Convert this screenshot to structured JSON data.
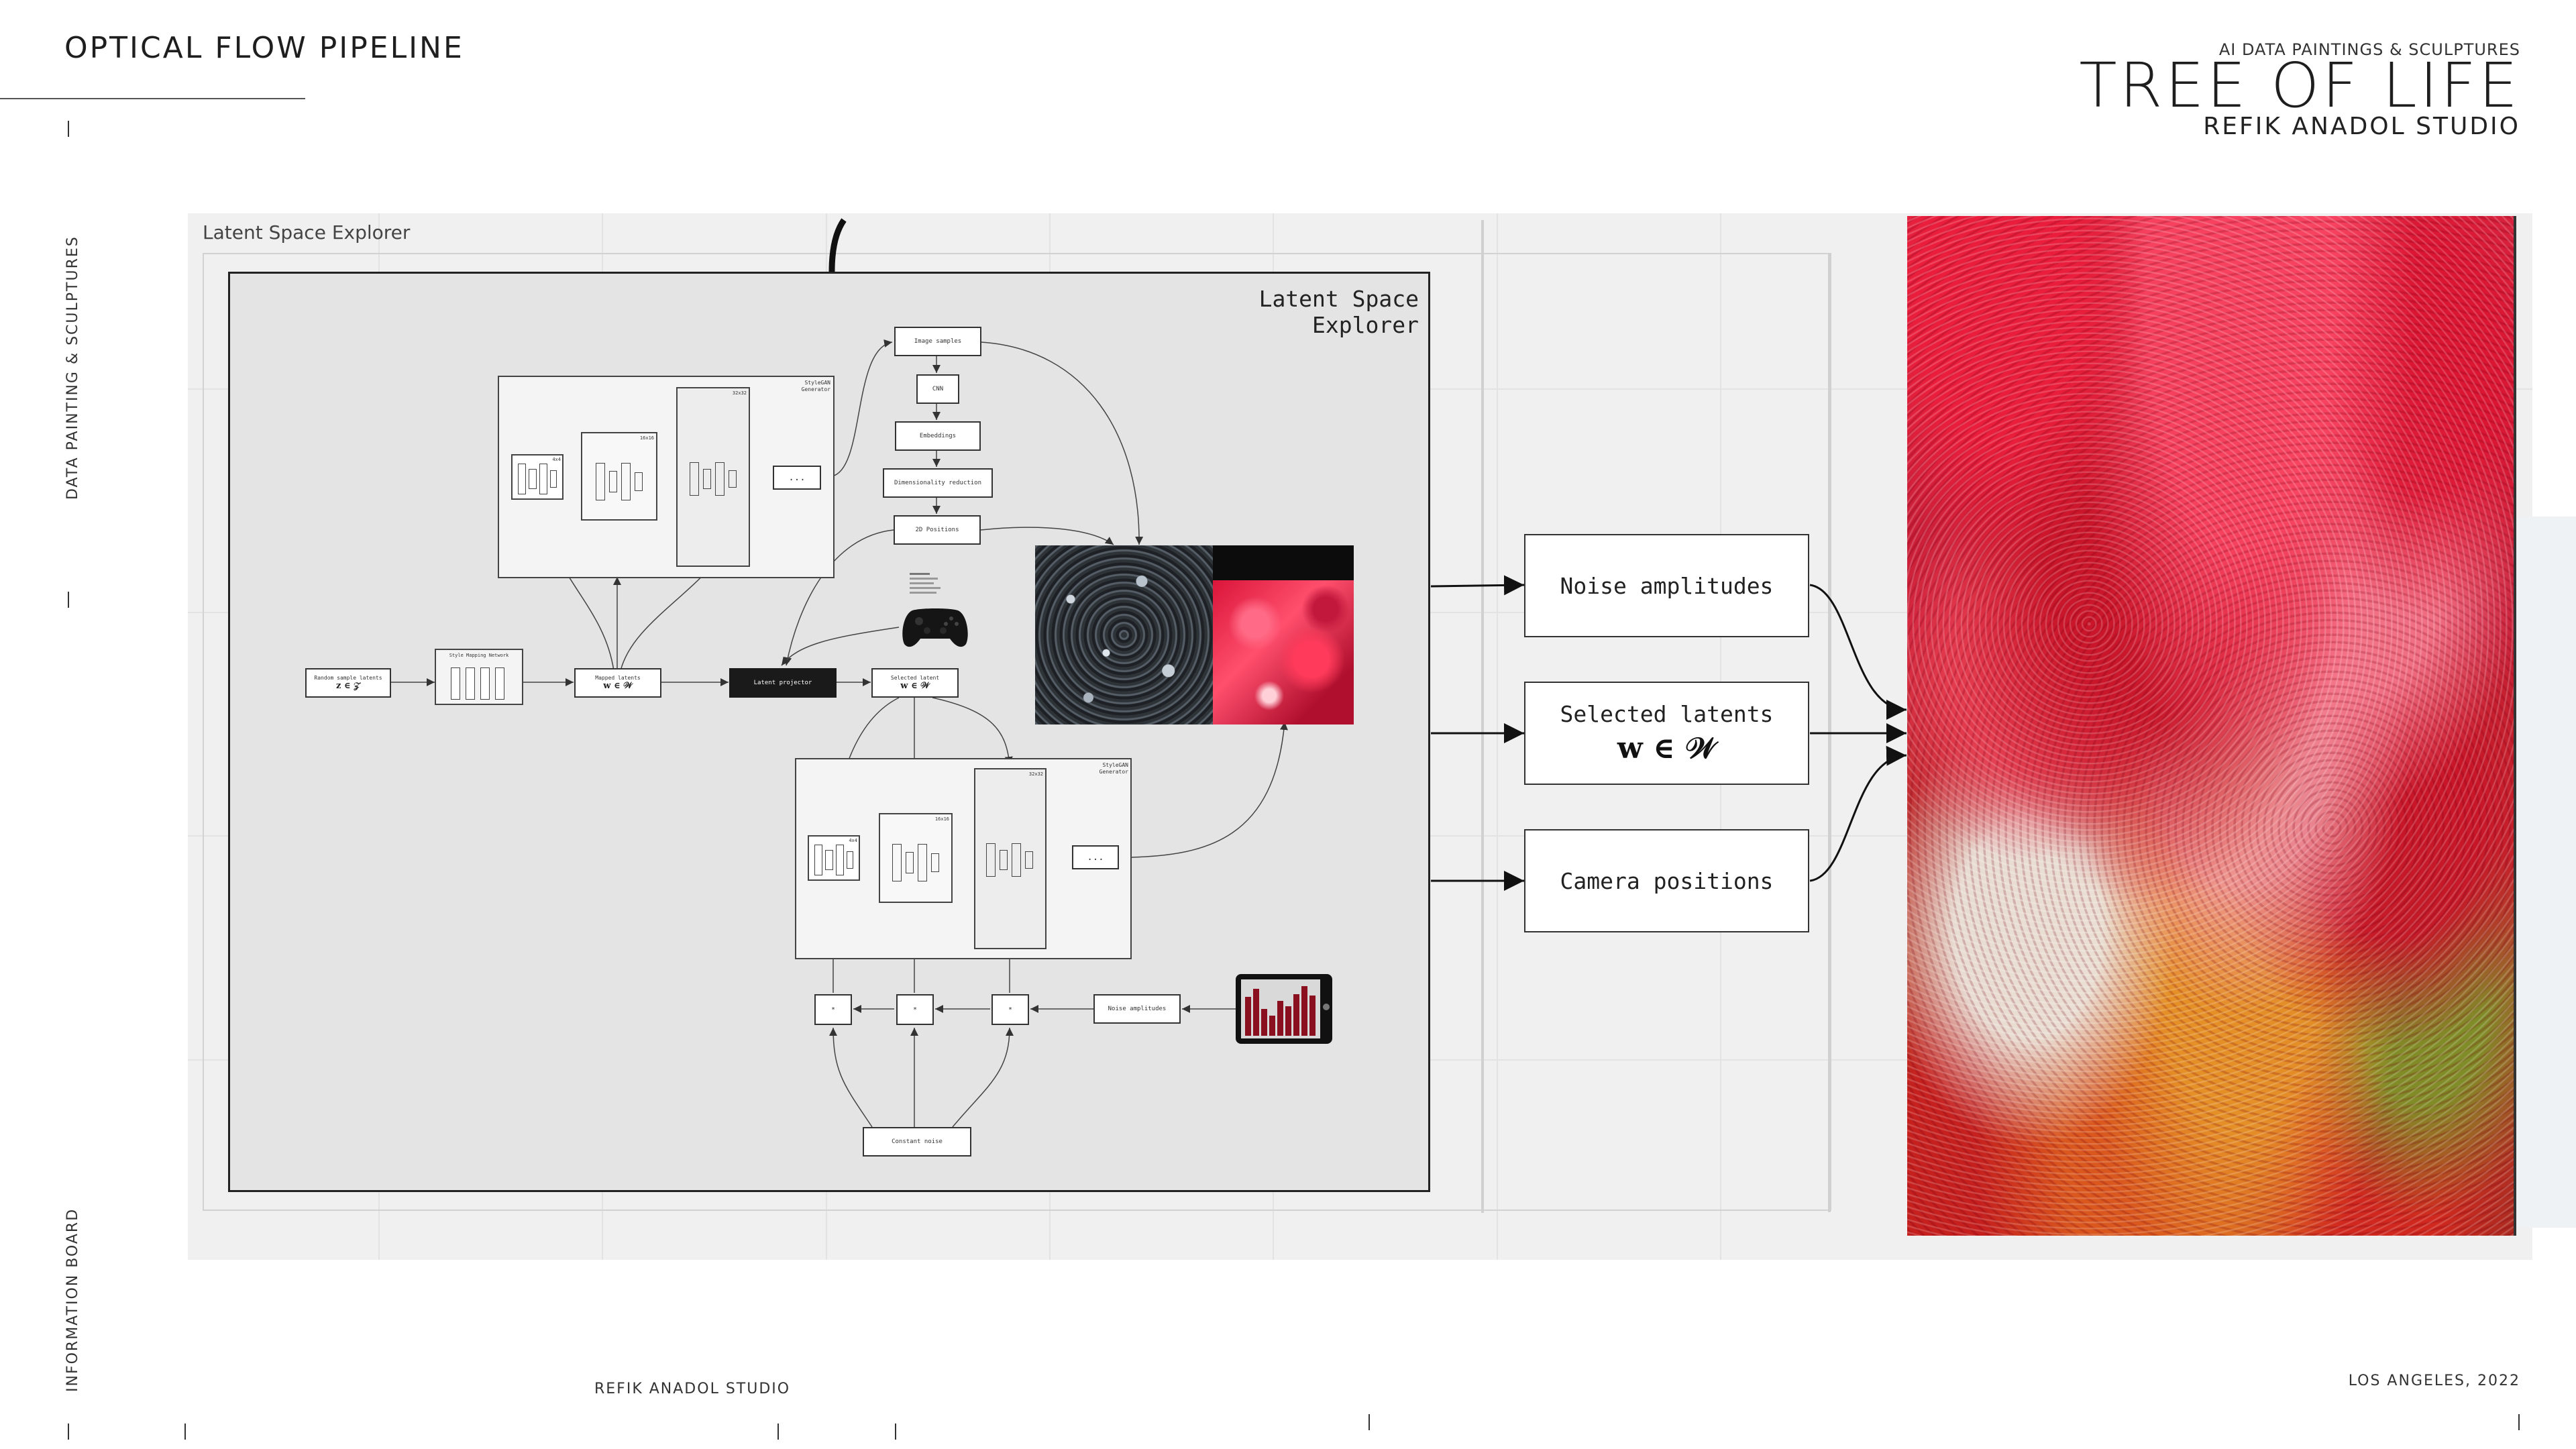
{
  "header": {
    "page_title": "OPTICAL FLOW PIPELINE",
    "kicker": "AI DATA PAINTINGS & SCULPTURES",
    "project_title": "TREE OF LIFE",
    "studio": "REFIK ANADOL STUDIO"
  },
  "side_labels": {
    "top": "DATA PAINTING & SCULPTURES",
    "bottom": "INFORMATION BOARD"
  },
  "footer": {
    "studio": "REFIK ANADOL STUDIO",
    "place_date": "LOS ANGELES, 2022"
  },
  "panel": {
    "label": "Latent Space Explorer",
    "inner_title": "Latent Space Explorer"
  },
  "diagram": {
    "image_samples": "Image samples",
    "cnn": "CNN",
    "embeddings": "Embeddings",
    "dim_reduction": "Dimensionality reduction",
    "positions_2d": "2D Positions",
    "stylegan_top": "StyleGAN Generator",
    "stylegan_bottom": "StyleGAN Generator",
    "res_4": "4x4",
    "res_16": "16x16",
    "res_32": "32x32",
    "ellipsis": "...",
    "random_latents": "Random sample latents",
    "random_latents_math": "z ∈ 𝒵",
    "mapping_network": "Style Mapping Network",
    "mapped_latents": "Mapped latents",
    "mapped_latents_math": "w ∈ 𝒲",
    "latent_projector": "Latent projector",
    "selected_latent": "Selected latent",
    "selected_latent_math": "w ∈ 𝒲",
    "noise_amplitudes_small": "Noise amplitudes",
    "constant_noise": "Constant noise",
    "multiply": "*"
  },
  "outputs": {
    "noise_amplitudes": "Noise amplitudes",
    "selected_latents": "Selected latents",
    "selected_latents_math": "w ∈ 𝒲",
    "camera_positions": "Camera positions"
  },
  "colors": {
    "panel_bg": "#f0f0f0",
    "inner_bg": "#e4e4e4",
    "ink": "#222222",
    "accent_red": "#d0203a",
    "tablet_bar": "#8a1020"
  }
}
